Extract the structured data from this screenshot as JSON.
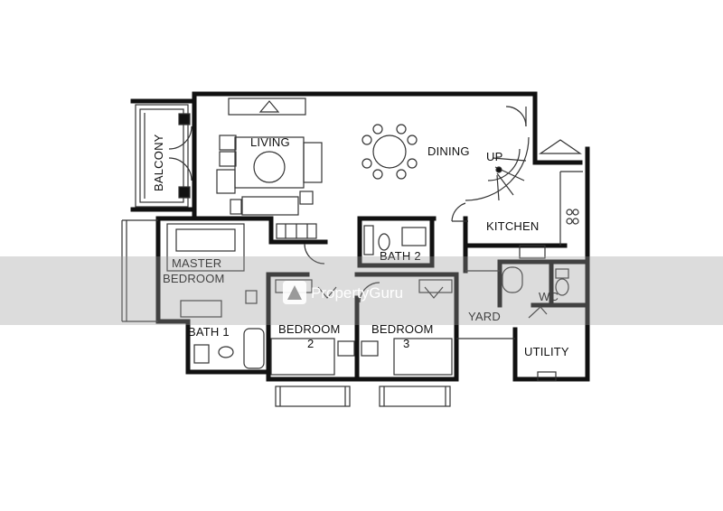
{
  "rooms": {
    "balcony": "BALCONY",
    "living": "LIVING",
    "dining": "DINING",
    "up": "UP",
    "kitchen": "KITCHEN",
    "master_line1": "MASTER",
    "master_line2": "BEDROOM",
    "bath2": "BATH 2",
    "bath1": "BATH 1",
    "bedroom2_line1": "BEDROOM",
    "bedroom2_line2": "2",
    "bedroom3_line1": "BEDROOM",
    "bedroom3_line2": "3",
    "yard": "YARD",
    "wc": "WC",
    "utility": "UTILITY"
  },
  "watermark": {
    "text": "PropertyGuru",
    "band_color": "#9a9a9a"
  },
  "colors": {
    "wall": "#111111",
    "line": "#333333",
    "background": "#ffffff"
  }
}
